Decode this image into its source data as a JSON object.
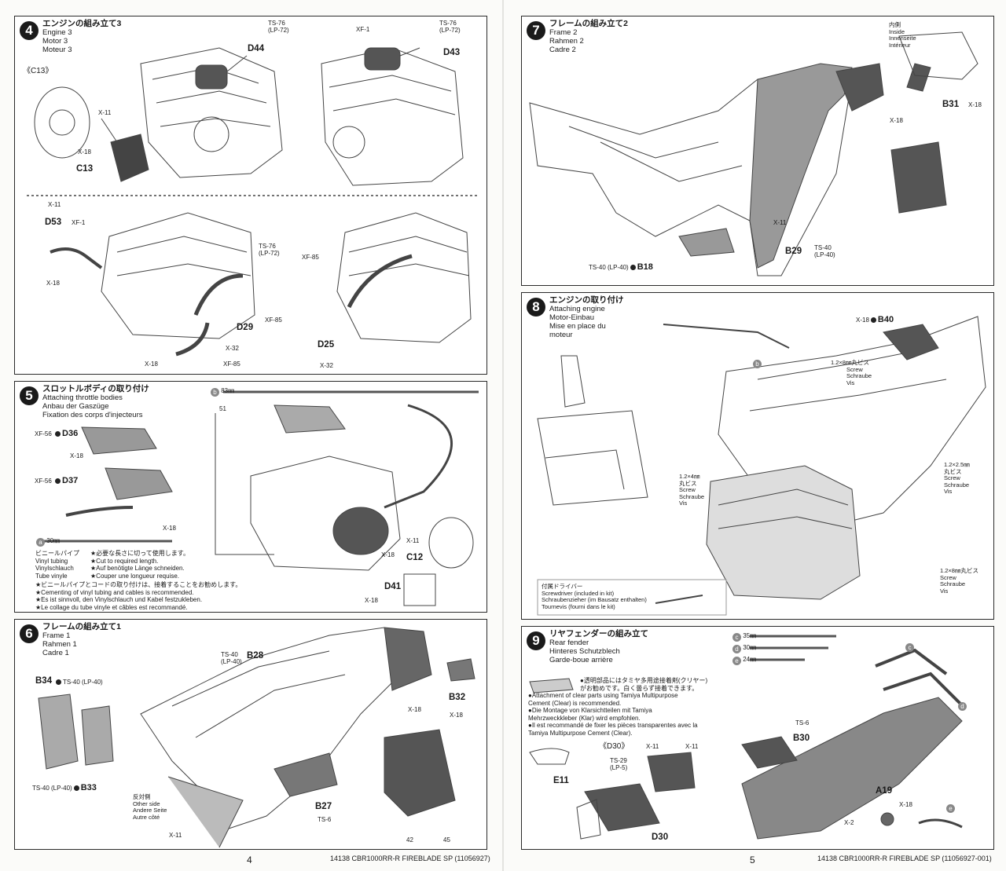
{
  "left_page": {
    "page_number": "4",
    "footer": "14138  CBR1000RR-R FIREBLADE SP (11056927)",
    "step4": {
      "number": "4",
      "title_jp": "エンジンの組み立て3",
      "title_en": "Engine 3",
      "title_de": "Motor 3",
      "title_fr": "Moteur 3",
      "labels": {
        "c13_box": "《C13》",
        "x11": "X-11",
        "x18": "X-18",
        "c13": "C13",
        "d44": "D44",
        "ts76": "TS-76",
        "lp72": "(LP-72)",
        "xf1": "XF-1",
        "d43": "D43",
        "ts76b": "TS-76",
        "lp72b": "(LP-72)",
        "x11b": "X-11",
        "d53": "D53",
        "xf1b": "XF-1",
        "x18b": "X-18",
        "ts76c": "TS-76",
        "lp72c": "(LP-72)",
        "xf85": "XF-85",
        "d29": "D29",
        "x32": "X-32",
        "x18c": "X-18",
        "xf85b": "XF-85",
        "xf85c": "XF-85",
        "d25": "D25",
        "x32b": "X-32"
      }
    },
    "step5": {
      "number": "5",
      "title_jp": "スロットルボディの取り付け",
      "title_en": "Attaching throttle bodies",
      "title_de": "Anbau der Gaszüge",
      "title_fr": "Fixation des corps d'injecteurs",
      "tube_b": "83㎜",
      "tube_b_letter": "b",
      "tube_a": "30㎜",
      "tube_a_letter": "a",
      "labels": {
        "xf56": "XF-56",
        "d36": "D36",
        "x18": "X-18",
        "xf56b": "XF-56",
        "d37": "D37",
        "x18b": "X-18",
        "n51": "51",
        "x11": "X-11",
        "x18c": "X-18",
        "c12": "C12",
        "d41": "D41",
        "x18d": "X-18"
      },
      "vinyl": {
        "jp": "ビニールパイプ",
        "en": "Vinyl tubing",
        "de": "Vinylschlauch",
        "fr": "Tube vinyle",
        "cut_jp": "★必要な長さに切って使用します。",
        "cut_en": "★Cut to required length.",
        "cut_de": "★Auf benötigte Länge schneiden.",
        "cut_fr": "★Couper une longueur requise."
      },
      "notes": [
        "★ビニールパイプとコードの取り付けは、接着することをお勧めします。",
        "★Cementing of vinyl tubing and cables is recommended.",
        "★Es ist sinnvoll, den Vinylschlauch und Kabel festzukleben.",
        "★Le collage du tube vinyle et câbles est recommandé."
      ]
    },
    "step6": {
      "number": "6",
      "title_jp": "フレームの組み立て1",
      "title_en": "Frame 1",
      "title_de": "Rahmen 1",
      "title_fr": "Cadre 1",
      "labels": {
        "b34": "B34",
        "ts40a": "TS-40 (LP-40)",
        "ts40b": "TS-40 (LP-40)",
        "b33": "B33",
        "ts40c": "TS-40",
        "lp40c": "(LP-40)",
        "b28": "B28",
        "b32": "B32",
        "x18a": "X-18",
        "x18b": "X-18",
        "b27": "B27",
        "ts6": "TS-6",
        "other_jp": "反対側",
        "other_en": "Other side",
        "other_de": "Andere Seite",
        "other_fr": "Autre côté",
        "x11": "X-11",
        "n42": "42",
        "n45": "45"
      }
    }
  },
  "right_page": {
    "page_number": "5",
    "footer": "14138  CBR1000RR-R FIREBLADE SP (11056927-001)",
    "step7": {
      "number": "7",
      "title_jp": "フレームの組み立て2",
      "title_en": "Frame 2",
      "title_de": "Rahmen 2",
      "title_fr": "Cadre 2",
      "labels": {
        "inside_jp": "内側",
        "inside_en": "Inside",
        "inside_de": "Innenseite",
        "inside_fr": "Intérieur",
        "b31": "B31",
        "x18a": "X-18",
        "x18b": "X-18",
        "x11": "X-11",
        "b29": "B29",
        "ts40": "TS-40",
        "lp40": "(LP-40)",
        "ts40b": "TS-40 (LP-40)",
        "b18": "B18"
      }
    },
    "step8": {
      "number": "8",
      "title_jp": "エンジンの取り付け",
      "title_en": "Attaching engine",
      "title_de": "Motor-Einbau",
      "title_fr": "Mise en place du",
      "title_fr2": "moteur",
      "labels": {
        "x18": "X-18",
        "b40": "B40",
        "b_letter": "b",
        "screw1": "1.2×8㎜丸ビス",
        "screw1_en": "Screw",
        "screw1_de": "Schraube",
        "screw1_fr": "Vis",
        "screw2": "1.2×4㎜",
        "screw2_jp": "丸ビス",
        "screw2_en": "Screw",
        "screw2_de": "Schraube",
        "screw2_fr": "Vis",
        "screw3": "1.2×2.5㎜",
        "screw3_jp": "丸ビス",
        "screw3_en": "Screw",
        "screw3_de": "Schraube",
        "screw3_fr": "Vis",
        "screw4": "1.2×8㎜丸ビス",
        "screw4_en": "Screw",
        "screw4_de": "Schraube",
        "screw4_fr": "Vis",
        "driver_jp": "付属ドライバー",
        "driver_en": "Screwdriver (included in kit)",
        "driver_de": "Schraubenzieher (im Bausatz enthalten)",
        "driver_fr": "Tournevis (fourni dans le kit)"
      }
    },
    "step9": {
      "number": "9",
      "title_jp": "リヤフェンダーの組み立て",
      "title_en": "Rear fender",
      "title_de": "Hinteres Schutzblech",
      "title_fr": "Garde-boue arrière",
      "tubes": [
        {
          "letter": "c",
          "len": "35㎜"
        },
        {
          "letter": "d",
          "len": "30㎜"
        },
        {
          "letter": "e",
          "len": "24㎜"
        }
      ],
      "notes": [
        "●透明部品にはタミヤ多用途接着剤(クリヤー)",
        "がお勧めです。白く曇らず接着できます。",
        "●Attachment of clear parts using Tamiya Multipurpose",
        "Cement (Clear) is recommended.",
        "●Die Montage von Klarsichtteilen mit Tamiya",
        "Mehrzweckkleber (Klar) wird empfohlen.",
        "●Il est recommandé de fixer les pièces transparentes avec la",
        "Tamiya Multipurpose Cement (Clear)."
      ],
      "labels": {
        "d30_box": "《D30》",
        "x11a": "X-11",
        "x11b": "X-11",
        "ts29": "TS-29",
        "lp5": "(LP-5)",
        "e11": "E11",
        "d30": "D30",
        "ts6": "TS-6",
        "b30": "B30",
        "a19": "A19",
        "x18": "X-18",
        "x2": "X-2",
        "c": "c",
        "d": "d",
        "e": "e"
      }
    }
  }
}
